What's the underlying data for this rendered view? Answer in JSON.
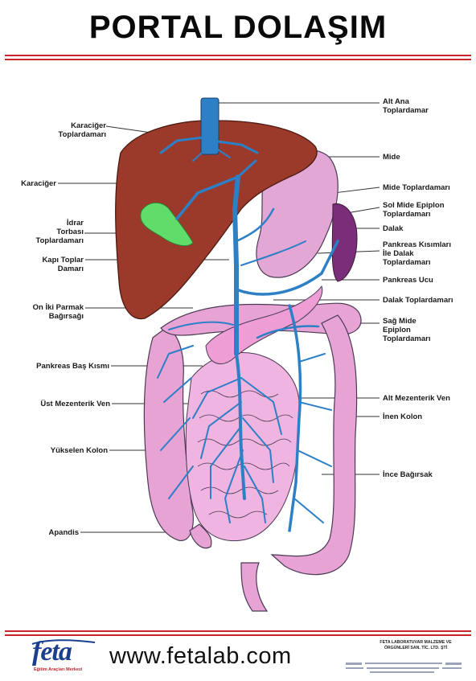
{
  "title": "PORTAL DOLAŞIM",
  "labels_left": [
    {
      "id": "karaciger-toplardamari",
      "text": [
        "Karaciğer",
        "Toplardamarı"
      ]
    },
    {
      "id": "karaciger",
      "text": [
        "Karaciğer"
      ]
    },
    {
      "id": "idrar-torbasi-toplardamari",
      "text": [
        "İdrar",
        "Torbası",
        "Toplardamarı"
      ]
    },
    {
      "id": "kapi-toplardamari",
      "text": [
        "Kapı Toplar",
        "Damarı"
      ]
    },
    {
      "id": "on-iki-parmak-bagirsagi",
      "text": [
        "On İki Parmak",
        "Bağırsağı"
      ]
    },
    {
      "id": "pankreas-bas-kismi",
      "text": [
        "Pankreas Baş Kısmı"
      ]
    },
    {
      "id": "ust-mezenterik-ven",
      "text": [
        "Üst Mezenterik Ven"
      ]
    },
    {
      "id": "yukselen-kolon",
      "text": [
        "Yükselen Kolon"
      ]
    },
    {
      "id": "apandis",
      "text": [
        "Apandis"
      ]
    }
  ],
  "labels_right": [
    {
      "id": "alt-ana-toplardamar",
      "text": [
        "Alt Ana",
        "Toplardamar"
      ]
    },
    {
      "id": "mide",
      "text": [
        "Mide"
      ]
    },
    {
      "id": "mide-toplardamari",
      "text": [
        "Mide Toplardamarı"
      ]
    },
    {
      "id": "sol-mide-epiplon",
      "text": [
        "Sol Mide Epiplon",
        "Toplardamarı"
      ]
    },
    {
      "id": "dalak",
      "text": [
        "Dalak"
      ]
    },
    {
      "id": "pankreas-kisimlari",
      "text": [
        "Pankreas Kısımları",
        "İle Dalak",
        "Toplardamarı"
      ]
    },
    {
      "id": "pankreas-ucu",
      "text": [
        "Pankreas Ucu"
      ]
    },
    {
      "id": "dalak-toplardamari",
      "text": [
        "Dalak Toplardamarı"
      ]
    },
    {
      "id": "sag-mide-epiplon",
      "text": [
        "Sağ Mide",
        "Epiplon",
        "Toplardamarı"
      ]
    },
    {
      "id": "alt-mezenterik-ven",
      "text": [
        "Alt Mezenterik Ven"
      ]
    },
    {
      "id": "inen-kolon",
      "text": [
        "İnen Kolon"
      ]
    },
    {
      "id": "ince-bagirsak",
      "text": [
        "İnce Bağırsak"
      ]
    }
  ],
  "footer": {
    "logo_text": "feta",
    "logo_tagline": "Eğitim Araçları Merkezi",
    "url": "www.fetalab.com",
    "company_lines": [
      "FETA LABORATUVAR MALZEME VE",
      "ÖRGÜNLERİ SAN. TİC. LTD. ŞTİ"
    ]
  },
  "colors": {
    "liver": "#9b3a2a",
    "vein": "#2d7fc6",
    "intestine": "#e8a9d6",
    "gallbladder": "#5fdc6a",
    "spleen": "#7a2d78",
    "title_rule": "#c8252c"
  }
}
